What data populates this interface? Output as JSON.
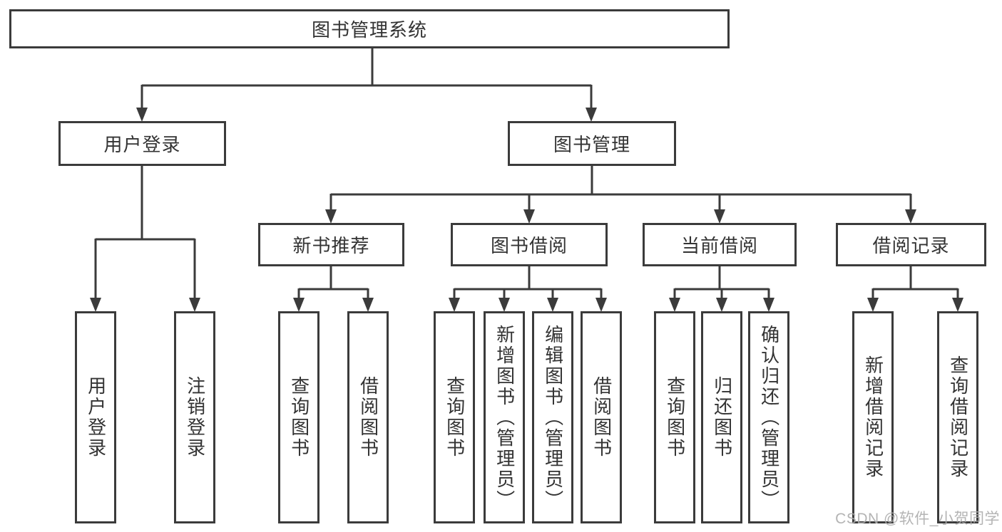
{
  "tree": {
    "label": "图书管理系统",
    "children": [
      {
        "label": "用户登录",
        "children": [
          {
            "label": "用户登录"
          },
          {
            "label": "注销登录"
          }
        ]
      },
      {
        "label": "图书管理",
        "children": [
          {
            "label": "新书推荐",
            "children": [
              {
                "label": "查询图书"
              },
              {
                "label": "借阅图书"
              }
            ]
          },
          {
            "label": "图书借阅",
            "children": [
              {
                "label": "查询图书"
              },
              {
                "label": "新增图书（管理员）"
              },
              {
                "label": "编辑图书（管理员）"
              },
              {
                "label": "借阅图书"
              }
            ]
          },
          {
            "label": "当前借阅",
            "children": [
              {
                "label": "查询图书"
              },
              {
                "label": "归还图书"
              },
              {
                "label": "确认归还（管理员）"
              }
            ]
          },
          {
            "label": "借阅记录",
            "children": [
              {
                "label": "新增借阅记录"
              },
              {
                "label": "查询借阅记录"
              }
            ]
          }
        ]
      }
    ]
  },
  "watermark": {
    "text": "CSDN @软件_小贺同学"
  },
  "colors": {
    "line": "#3b3b3b",
    "box_border": "#3b3b3b",
    "box_fill": "#ffffff",
    "text": "#333333",
    "background": "#ffffff",
    "watermark": "#acacac"
  }
}
